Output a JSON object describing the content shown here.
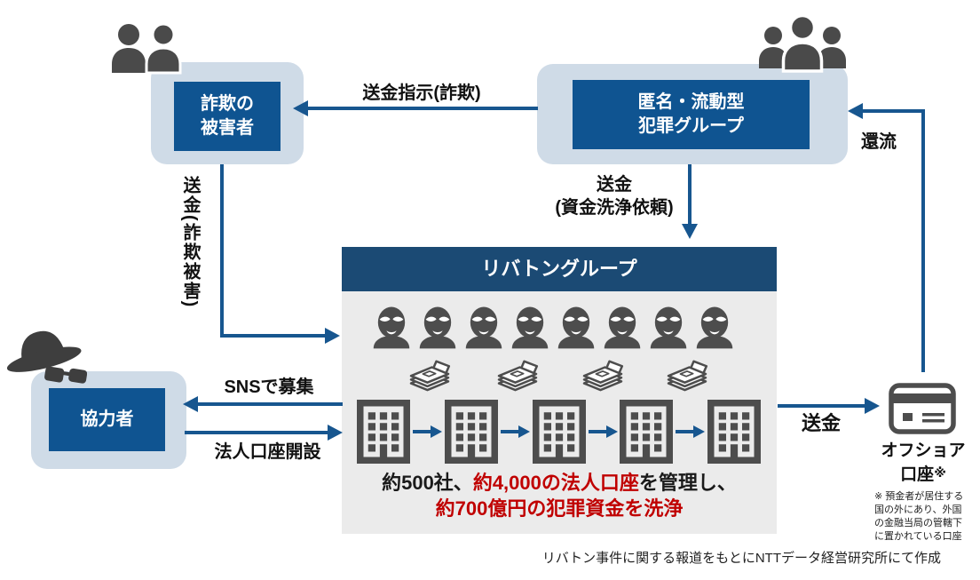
{
  "colors": {
    "box_blue": "#0f5491",
    "header_navy": "#1b4a74",
    "container_blue": "#cfdbe7",
    "body_gray": "#ebebeb",
    "arrow_blue": "#17568f",
    "icon_gray": "#4d4d4d",
    "accent_red": "#c00000"
  },
  "nodes": {
    "victims": {
      "line1": "詐欺の",
      "line2": "被害者"
    },
    "crime_group": {
      "line1": "匿名・流動型",
      "line2": "犯罪グループ"
    },
    "rebaton": {
      "title": "リバトングループ",
      "caption": {
        "part1": "約500社、",
        "part2": "約4,000の法人口座",
        "part3": "を管理し、",
        "line2": "約700億円の犯罪資金を洗浄"
      }
    },
    "collaborator": {
      "label": "協力者"
    },
    "offshore": {
      "line1": "オフショア",
      "line2": "口座",
      "mark": "※",
      "footnote": [
        "※ 預金者が居住する",
        "国の外にあり、外国",
        "の金融当局の管轄下",
        "に置かれている口座"
      ]
    }
  },
  "edges": {
    "instruction": "送金指示(詐欺)",
    "victim_remit": "送金(詐欺被害)",
    "launder1": "送金",
    "launder2": "(資金洗浄依頼)",
    "reflux": "還流",
    "sns": "SNSで募集",
    "account": "法人口座開設",
    "remit": "送金"
  },
  "credit": "リバトン事件に関する報道をもとにNTTデータ経営研究所にて作成"
}
